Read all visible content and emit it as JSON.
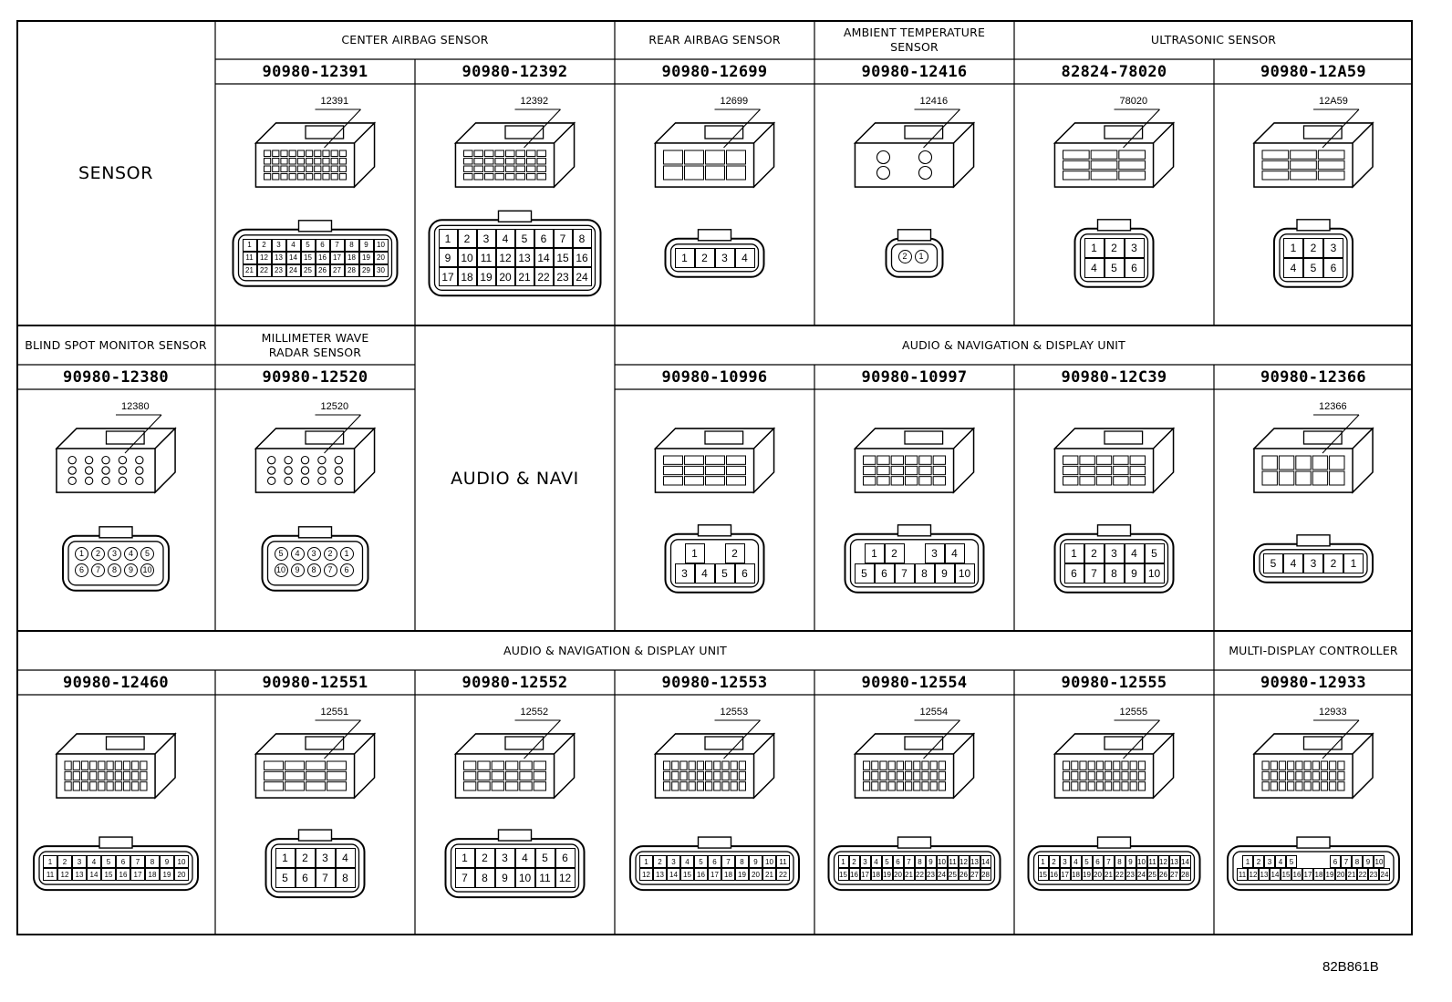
{
  "groups": {
    "sensor": "SENSOR",
    "center_airbag": "CENTER AIRBAG SENSOR",
    "rear_airbag": "REAR AIRBAG SENSOR",
    "ambient_temp": "AMBIENT TEMPERATURE\nSENSOR",
    "ultrasonic": "ULTRASONIC SENSOR",
    "blind_spot": "BLIND SPOT MONITOR SENSOR",
    "mm_wave": "MILLIMETER WAVE\nRADAR SENSOR",
    "audio_navi": "AUDIO & NAVI",
    "audio_nav_disp_1": "AUDIO & NAVIGATION & DISPLAY UNIT",
    "audio_nav_disp_2": "AUDIO & NAVIGATION & DISPLAY UNIT",
    "multi_display": "MULTI-DISPLAY CONTROLLER"
  },
  "connectors": [
    {
      "part": "90980-12391",
      "callout": "12391",
      "face": {
        "kind": "grid",
        "rows": [
          [
            "1",
            "2",
            "3",
            "4",
            "5",
            "6",
            "7",
            "8",
            "9",
            "10"
          ],
          [
            "11",
            "12",
            "13",
            "14",
            "15",
            "16",
            "17",
            "18",
            "19",
            "20"
          ],
          [
            "21",
            "22",
            "23",
            "24",
            "25",
            "26",
            "27",
            "28",
            "29",
            "30"
          ]
        ]
      }
    },
    {
      "part": "90980-12392",
      "callout": "12392",
      "face": {
        "kind": "grid",
        "rows": [
          [
            "1",
            "2",
            "3",
            "4",
            "5",
            "6",
            "7",
            "8"
          ],
          [
            "9",
            "10",
            "11",
            "12",
            "13",
            "14",
            "15",
            "16"
          ],
          [
            "17",
            "18",
            "19",
            "20",
            "21",
            "22",
            "23",
            "24"
          ]
        ]
      }
    },
    {
      "part": "90980-12699",
      "callout": "12699",
      "face": {
        "kind": "grid",
        "rows": [
          [
            "1",
            "2",
            "3",
            "4"
          ]
        ]
      }
    },
    {
      "part": "90980-12416",
      "callout": "12416",
      "face": {
        "kind": "circles",
        "rows": [
          [
            "2",
            "1"
          ]
        ]
      }
    },
    {
      "part": "82824-78020",
      "callout": "78020",
      "face": {
        "kind": "grid",
        "rows": [
          [
            "1",
            "2",
            "3"
          ],
          [
            "4",
            "5",
            "6"
          ]
        ]
      }
    },
    {
      "part": "90980-12A59",
      "callout": "12A59",
      "face": {
        "kind": "grid",
        "rows": [
          [
            "1",
            "2",
            "3"
          ],
          [
            "4",
            "5",
            "6"
          ]
        ]
      }
    },
    {
      "part": "90980-12380",
      "callout": "12380",
      "face": {
        "kind": "circles",
        "rows": [
          [
            "1",
            "2",
            "3",
            "4",
            "5"
          ],
          [
            "6",
            "7",
            "8",
            "9",
            "10"
          ]
        ]
      }
    },
    {
      "part": "90980-12520",
      "callout": "12520",
      "face": {
        "kind": "circles",
        "rows": [
          [
            "5",
            "4",
            "3",
            "2",
            "1"
          ],
          [
            "10",
            "9",
            "8",
            "7",
            "6"
          ]
        ]
      }
    },
    {
      "part": "90980-10996",
      "callout": "",
      "face": {
        "kind": "grid",
        "rows": [
          [
            "1",
            "",
            "2"
          ],
          [
            "3",
            "4",
            "5",
            "6"
          ]
        ]
      }
    },
    {
      "part": "90980-10997",
      "callout": "",
      "face": {
        "kind": "grid",
        "rows": [
          [
            "1",
            "2",
            "",
            "3",
            "4"
          ],
          [
            "5",
            "6",
            "7",
            "8",
            "9",
            "10"
          ]
        ]
      }
    },
    {
      "part": "90980-12C39",
      "callout": "",
      "face": {
        "kind": "grid",
        "rows": [
          [
            "1",
            "2",
            "3",
            "4",
            "5"
          ],
          [
            "6",
            "7",
            "8",
            "9",
            "10"
          ]
        ]
      }
    },
    {
      "part": "90980-12366",
      "callout": "12366",
      "face": {
        "kind": "grid",
        "rows": [
          [
            "5",
            "4",
            "3",
            "2",
            "1"
          ]
        ]
      }
    },
    {
      "part": "90980-12460",
      "callout": "",
      "face": {
        "kind": "grid",
        "rows": [
          [
            "1",
            "2",
            "3",
            "4",
            "5",
            "6",
            "7",
            "8",
            "9",
            "10"
          ],
          [
            "11",
            "12",
            "13",
            "14",
            "15",
            "16",
            "17",
            "18",
            "19",
            "20"
          ]
        ]
      }
    },
    {
      "part": "90980-12551",
      "callout": "12551",
      "face": {
        "kind": "grid",
        "rows": [
          [
            "1",
            "2",
            "3",
            "4"
          ],
          [
            "5",
            "6",
            "7",
            "8"
          ]
        ]
      }
    },
    {
      "part": "90980-12552",
      "callout": "12552",
      "face": {
        "kind": "grid",
        "rows": [
          [
            "1",
            "2",
            "3",
            "4",
            "5",
            "6"
          ],
          [
            "7",
            "8",
            "9",
            "10",
            "11",
            "12"
          ]
        ]
      }
    },
    {
      "part": "90980-12553",
      "callout": "12553",
      "face": {
        "kind": "grid",
        "rows": [
          [
            "1",
            "2",
            "3",
            "4",
            "5",
            "6",
            "7",
            "8",
            "9",
            "10",
            "11"
          ],
          [
            "12",
            "13",
            "14",
            "15",
            "16",
            "17",
            "18",
            "19",
            "20",
            "21",
            "22"
          ]
        ]
      }
    },
    {
      "part": "90980-12554",
      "callout": "12554",
      "face": {
        "kind": "grid",
        "rows": [
          [
            "1",
            "2",
            "3",
            "4",
            "5",
            "6",
            "7",
            "8",
            "9",
            "10",
            "11",
            "12",
            "13",
            "14"
          ],
          [
            "15",
            "16",
            "17",
            "18",
            "19",
            "20",
            "21",
            "22",
            "23",
            "24",
            "25",
            "26",
            "27",
            "28"
          ]
        ]
      }
    },
    {
      "part": "90980-12555",
      "callout": "12555",
      "face": {
        "kind": "grid",
        "rows": [
          [
            "1",
            "2",
            "3",
            "4",
            "5",
            "6",
            "7",
            "8",
            "9",
            "10",
            "11",
            "12",
            "13",
            "14"
          ],
          [
            "15",
            "16",
            "17",
            "18",
            "19",
            "20",
            "21",
            "22",
            "23",
            "24",
            "25",
            "26",
            "27",
            "28"
          ]
        ]
      }
    },
    {
      "part": "90980-12933",
      "callout": "12933",
      "face": {
        "kind": "grid",
        "rows": [
          [
            "1",
            "2",
            "3",
            "4",
            "5",
            "",
            "",
            "",
            "6",
            "7",
            "8",
            "9",
            "10"
          ],
          [
            "11",
            "12",
            "13",
            "14",
            "15",
            "16",
            "17",
            "18",
            "19",
            "20",
            "21",
            "22",
            "23",
            "24"
          ]
        ]
      }
    }
  ],
  "drawing_code": "82B861B"
}
